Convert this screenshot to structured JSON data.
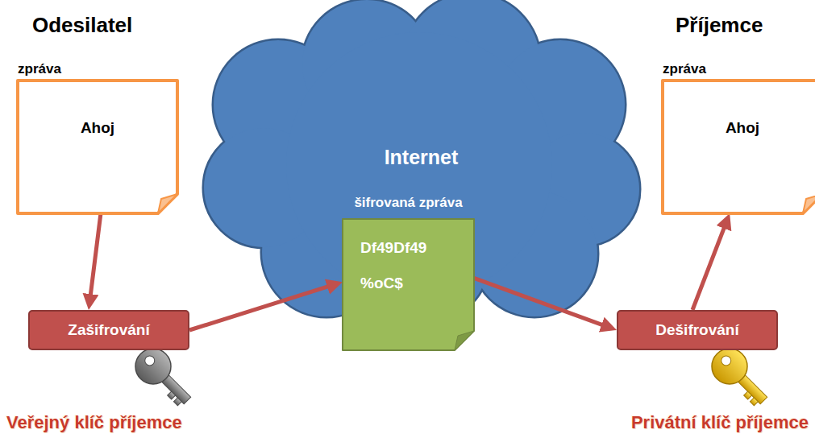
{
  "diagram": {
    "nodes": [
      {
        "text": [
          "zpráva",
          "Ahoj"
        ]
      },
      {
        "text": [
          "Internet"
        ]
      },
      {
        "text": [
          "šifrovaná zpráva",
          "Df49Df49 %oC$"
        ],
        "in": 1
      },
      {
        "text": [
          "zpráva",
          "Ahoj"
        ]
      },
      {
        "text": [
          "Zašifrování"
        ]
      },
      {
        "text": [
          "Dešifrování"
        ]
      }
    ],
    "edges": [
      {
        "from": 0,
        "to": 4,
        "arrow": "to"
      },
      {
        "from": 4,
        "to": 2,
        "arrow": "to"
      },
      {
        "from": 2,
        "to": 5,
        "arrow": "to"
      },
      {
        "from": 5,
        "to": 3,
        "arrow": "to"
      }
    ],
    "labels": [
      "Odesilatel",
      "Příjemce",
      "Veřejný klíč příjemce",
      "Privátní klíč příjemce"
    ]
  }
}
